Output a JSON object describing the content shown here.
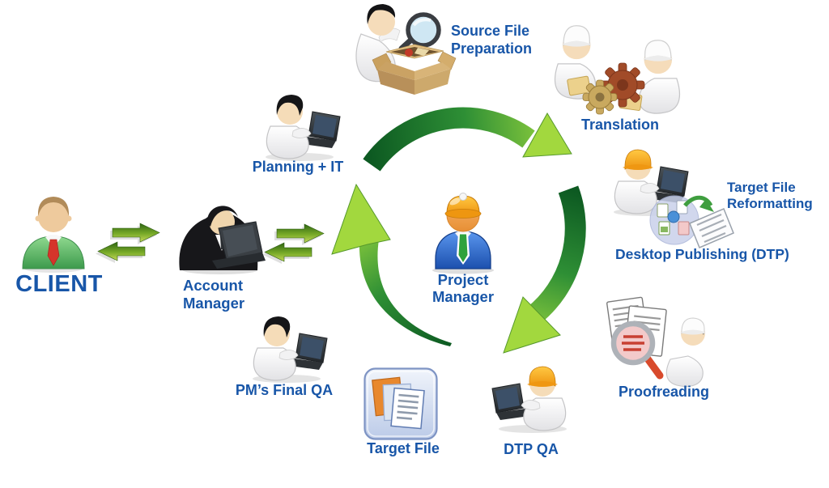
{
  "labels": {
    "client": "CLIENT",
    "account_manager_line1": "Account",
    "account_manager_line2": "Manager",
    "planning_it": "Planning + IT",
    "source_file_preparation_line1": "Source File",
    "source_file_preparation_line2": "Preparation",
    "translation": "Translation",
    "target_file_reformatting_line1": "Target File",
    "target_file_reformatting_line2": "Reformatting",
    "desktop_publishing": "Desktop Publishing (DTP)",
    "proofreading": "Proofreading",
    "dtp_qa": "DTP QA",
    "target_file": "Target File",
    "pms_final_qa": "PM’s Final QA",
    "project_manager_line1": "Project",
    "project_manager_line2": "Manager"
  },
  "colors": {
    "label_blue": "#1856a8",
    "background": "#ffffff",
    "arrow_green_dark": "#0d5a22",
    "arrow_green_mid": "#2e8f35",
    "arrow_green_light": "#a6da43",
    "hardhat_orange": "#f5a01e",
    "client_shirt_green": "#4aa54f",
    "client_tie_red": "#d5342b",
    "pm_shirt_blue": "#2a62c0",
    "pm_tie_green": "#2fa23c",
    "target_file_frame_blue": "#7e94c4",
    "target_file_sheet_orange": "#e8882e",
    "gear_brown": "#a14b28",
    "gear_tan": "#c9a95f",
    "proofreading_handle_red": "#d84a2c"
  },
  "icons": {
    "client-person-icon": "person, green shirt, red tie",
    "account-manager-icon": "person in black suit working on laptop",
    "exchange-arrows-icon": "paired green right/left arrows",
    "cycle-arrows-icon": "three green curved arrows forming clockwise cycle",
    "worker-laptop-icon": "black-haired worker with laptop",
    "hardhat-worker-icon": "worker with orange hard hat and laptop",
    "translation-team-icon": "two white-capped workers assembling tan and brown gears",
    "magnifier-box-icon": "magnifying glass over open cardboard box",
    "file-conversion-icon": "file cluster with green conversion arrow and document",
    "proofreading-magnifier-icon": "documents under red-handled magnifier",
    "target-file-icon": "blue rounded tile with stacked orange/blue/white sheets",
    "project-manager-icon": "person with orange hard hat, blue shirt, green tie"
  }
}
